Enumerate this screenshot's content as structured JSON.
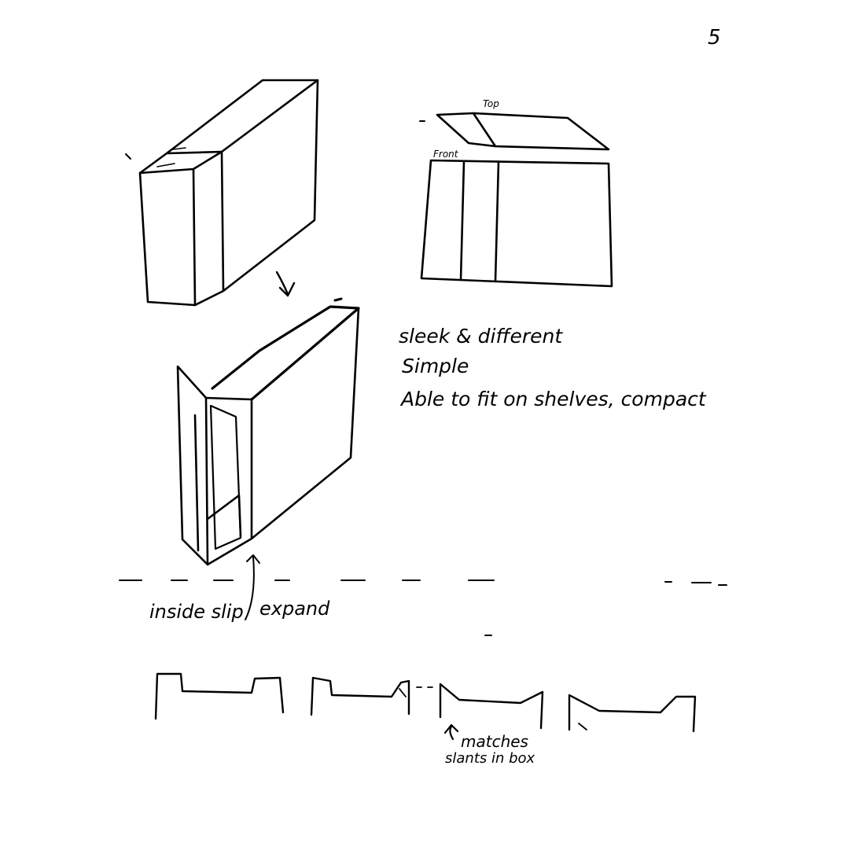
{
  "page_number": "5",
  "labels": {
    "top": "Top",
    "front": "Front",
    "inside_slip": "inside slip",
    "expand": "expand",
    "matches": "matches",
    "slants_in_box": "slants in box"
  },
  "notes": [
    "sleek & different",
    "Simple",
    "Able to fit on shelves, compact"
  ],
  "ink_color": "#000000",
  "paper_color": "#ffffff"
}
